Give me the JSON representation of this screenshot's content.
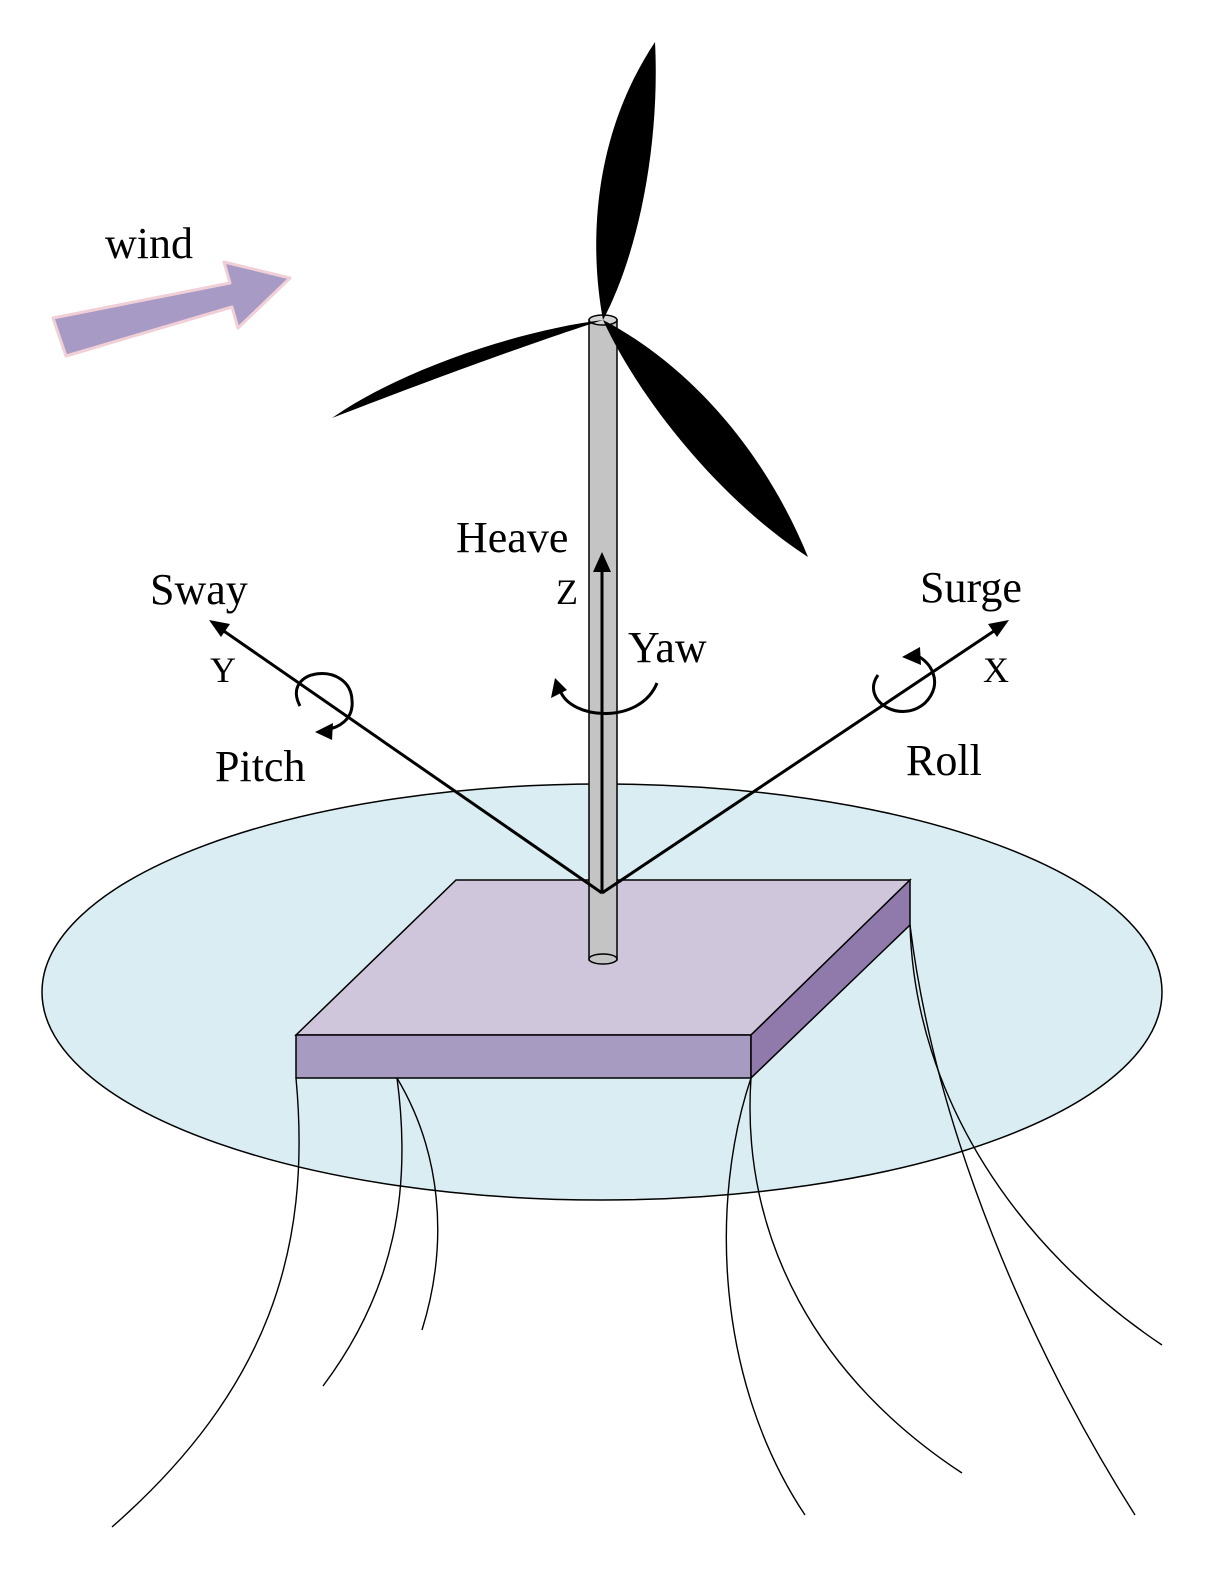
{
  "labels": {
    "wind": "wind",
    "heave": "Heave",
    "z_axis": "Z",
    "yaw": "Yaw",
    "sway": "Sway",
    "y_axis": "Y",
    "pitch": "Pitch",
    "surge": "Surge",
    "x_axis": "X",
    "roll": "Roll"
  },
  "colors": {
    "water": "#daedf3",
    "platform_top": "#d0c6dc",
    "platform_front": "#a89bc2",
    "platform_side": "#8f7aab",
    "tower": "#c4c4c4",
    "blade": "#000000",
    "wind_arrow": "#a79ac4",
    "wind_arrow_edge": "#f1cfd6"
  }
}
